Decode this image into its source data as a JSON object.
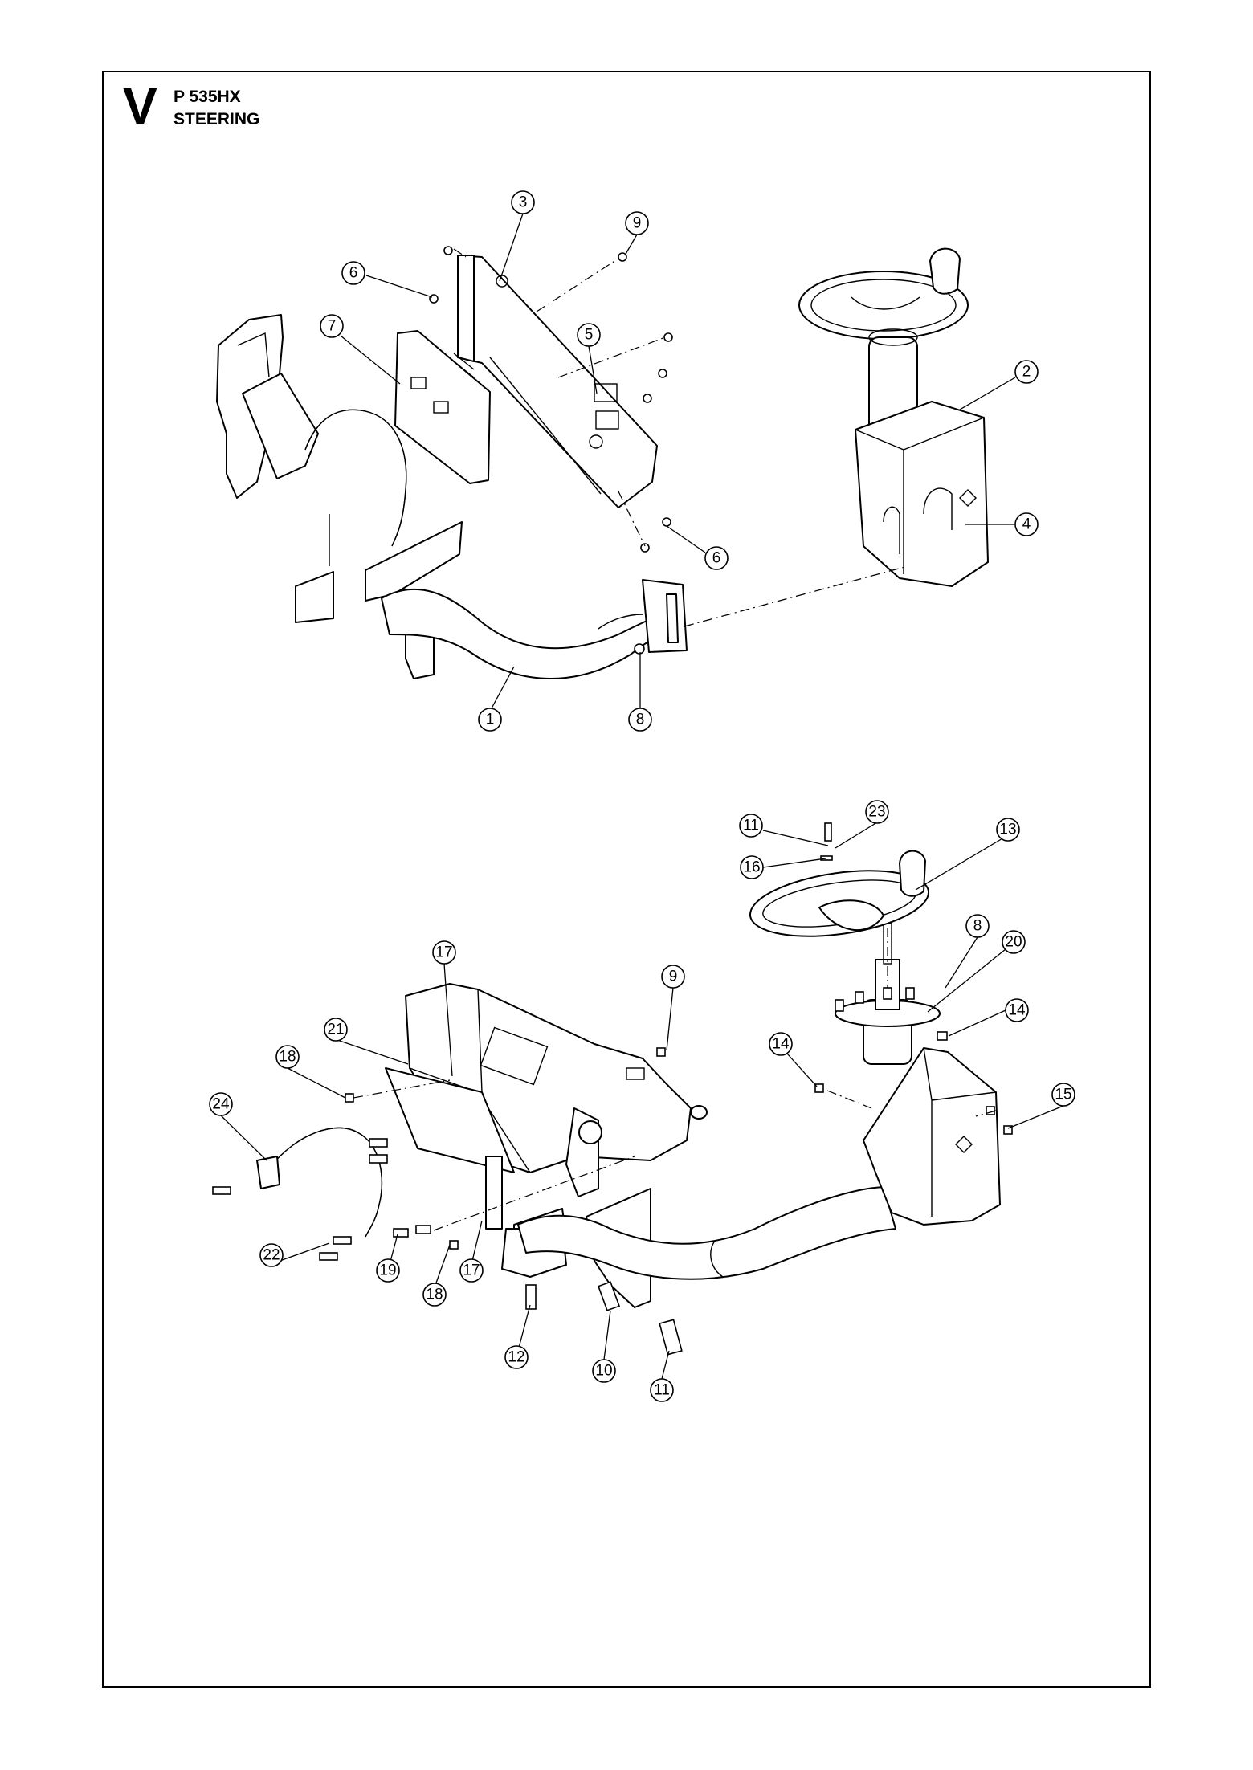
{
  "header": {
    "section_letter": "V",
    "model": "P 535HX",
    "title": "STEERING"
  },
  "callouts_top": [
    "3",
    "9",
    "6",
    "7",
    "5",
    "2",
    "4",
    "6",
    "1",
    "8"
  ],
  "callouts_bottom": [
    "11",
    "23",
    "13",
    "16",
    "8",
    "20",
    "17",
    "9",
    "14",
    "14",
    "21",
    "18",
    "15",
    "24",
    "22",
    "19",
    "18",
    "17",
    "12",
    "10",
    "11"
  ]
}
